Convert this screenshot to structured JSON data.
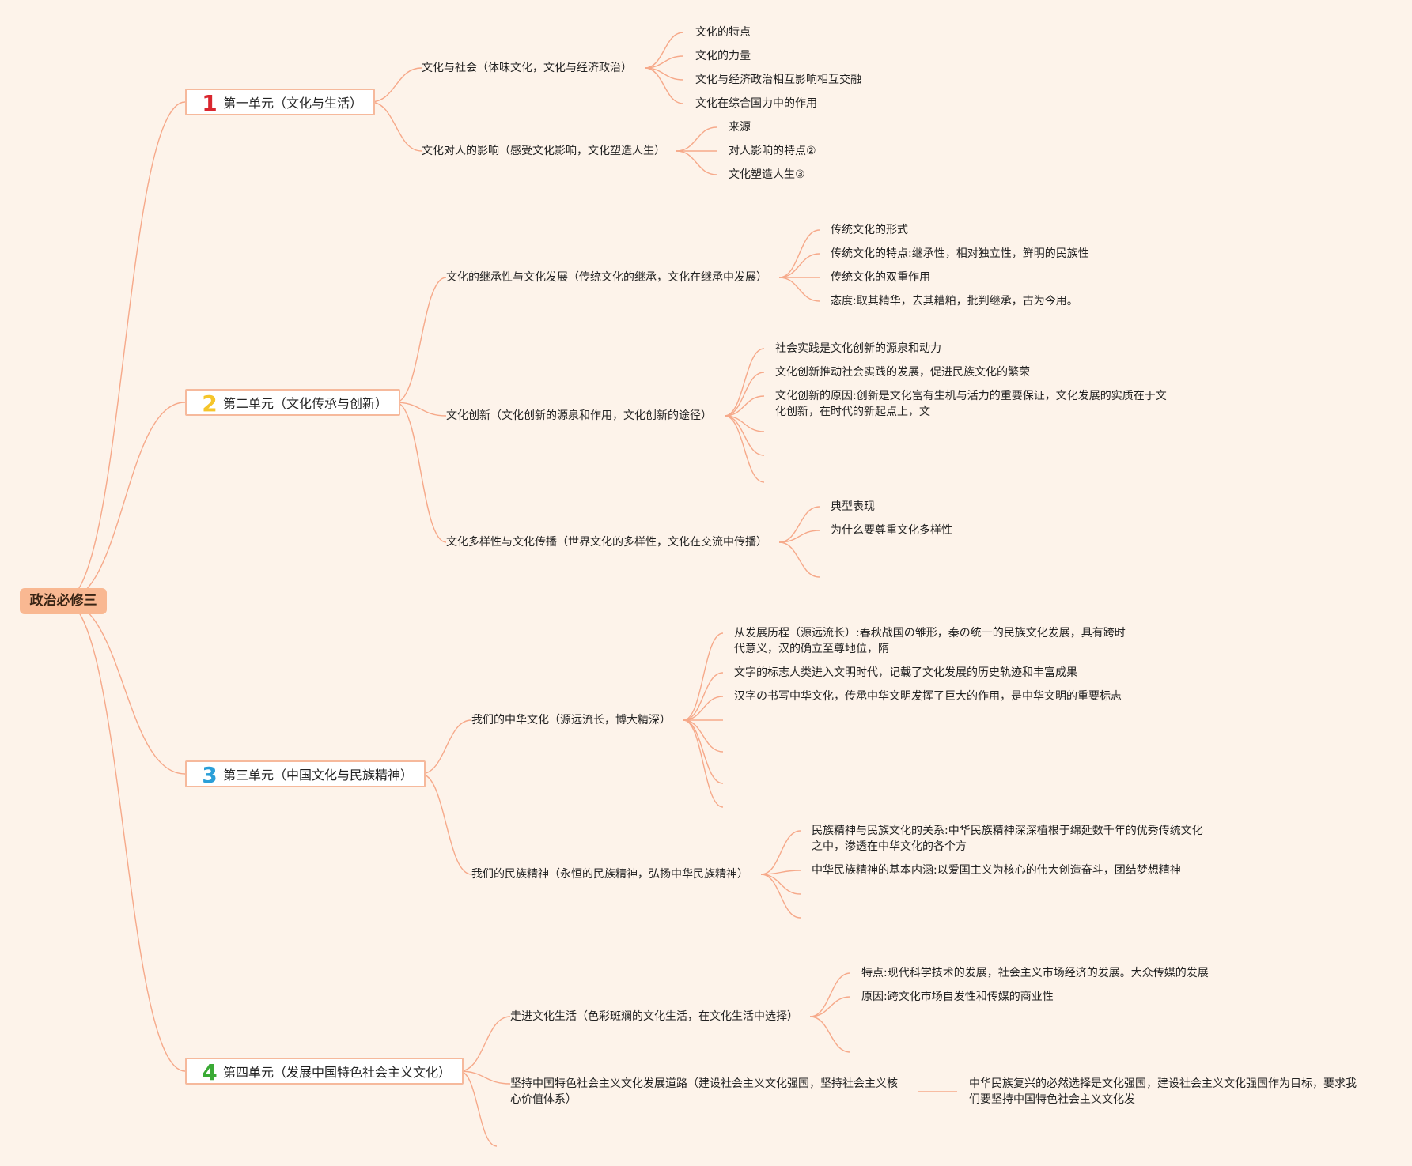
{
  "root": "政治必修三",
  "colors": {
    "line": "#f6a98a",
    "background": "#fdf3ea",
    "root_fill": "#f9b892",
    "unit_border": "#f6b99c"
  },
  "units": [
    {
      "number": "1",
      "number_color": "#d9262e",
      "label": "第一单元（文化与生活）",
      "topics": [
        {
          "label": "文化与社会（体味文化，文化与经济政治）",
          "leaves": [
            "文化的特点",
            "文化的力量",
            "文化与经济政治相互影响相互交融",
            "文化在综合国力中的作用"
          ]
        },
        {
          "label": "文化对人的影响（感受文化影响，文化塑造人生）",
          "leaves": [
            "来源",
            "对人影响的特点②",
            "文化塑造人生③"
          ]
        }
      ]
    },
    {
      "number": "2",
      "number_color": "#f5c52a",
      "label": "第二单元（文化传承与创新）",
      "topics": [
        {
          "label": "文化的继承性与文化发展（传统文化的继承，文化在继承中发展）",
          "leaves": [
            "传统文化的形式",
            "传统文化的特点:继承性，相对独立性，鲜明的民族性",
            "传统文化的双重作用",
            "态度:取其精华，去其糟粕，批判继承，古为今用。"
          ]
        },
        {
          "label": "文化创新（文化创新的源泉和作用，文化创新的途径）",
          "leaves": [
            "社会实践是文化创新的源泉和动力",
            "文化创新推动社会实践的发展，促进民族文化的繁荣",
            "文化创新的原因:创新是文化富有生机与活力的重要保证，文化发展的实质在于文化创新，在时代的新起点上，文",
            "",
            "",
            ""
          ]
        },
        {
          "label": "文化多样性与文化传播（世界文化的多样性，文化在交流中传播）",
          "leaves": [
            "典型表现",
            "为什么要尊重文化多样性",
            ""
          ]
        }
      ]
    },
    {
      "number": "3",
      "number_color": "#2a9fd8",
      "label": "第三单元（中国文化与民族精神）",
      "topics": [
        {
          "label": "我们的中华文化（源远流长，博大精深）",
          "leaves": [
            "从发展历程（源远流长）:春秋战国の雏形，秦の统一的民族文化发展，具有跨时代意义，汉的确立至尊地位，隋",
            "文字的标志人类进入文明时代，记载了文化发展的历史轨迹和丰富成果",
            "汉字の书写中华文化，传承中华文明发挥了巨大的作用，是中华文明的重要标志",
            "",
            "",
            "",
            ""
          ]
        },
        {
          "label": "我们的民族精神（永恒的民族精神，弘扬中华民族精神）",
          "leaves": [
            "民族精神与民族文化的关系:中华民族精神深深植根于绵延数千年的优秀传统文化之中，渗透在中华文化的各个方",
            "中华民族精神的基本内涵:以爱国主义为核心的伟大创造奋斗，团结梦想精神",
            "",
            ""
          ]
        }
      ]
    },
    {
      "number": "4",
      "number_color": "#3aaa35",
      "label": "第四单元（发展中国特色社会主义文化）",
      "topics": [
        {
          "label": "走进文化生活（色彩斑斓的文化生活，在文化生活中选择）",
          "leaves": [
            "特点:现代科学技术的发展，社会主义市场经济的发展。大众传媒的发展",
            "原因:跨文化市场自发性和传媒的商业性",
            ""
          ]
        },
        {
          "label": "坚持中国特色社会主义文化发展道路（建设社会主义文化强国，坚持社会主义核心价值体系）",
          "leaves": [
            "中华民族复兴的必然选择是文化强国，建设社会主义文化强国作为目标，要求我们要坚持中国特色社会主义文化发"
          ]
        },
        {
          "label": "",
          "leaves": []
        }
      ]
    }
  ]
}
